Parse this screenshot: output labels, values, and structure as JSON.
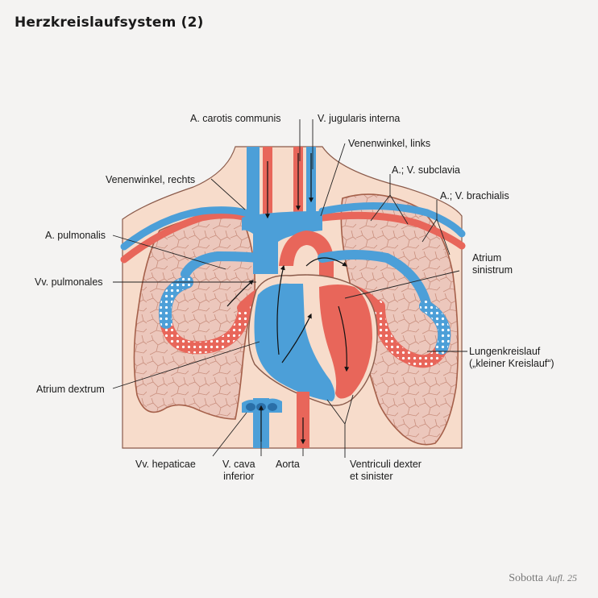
{
  "title": "Herzkreislaufsystem (2)",
  "labels": {
    "carotis": "A. carotis communis",
    "jugularis": "V. jugularis interna",
    "venenwinkel_links": "Venenwinkel, links",
    "venenwinkel_rechts": "Venenwinkel, rechts",
    "subclavia": "A.; V. subclavia",
    "brachialis": "A.; V. brachialis",
    "pulmonalis": "A. pulmonalis",
    "atrium_sinistrum_1": "Atrium",
    "atrium_sinistrum_2": "sinistrum",
    "vv_pulmonales": "Vv. pulmonales",
    "lungenkreislauf_1": "Lungenkreislauf",
    "lungenkreislauf_2": "(„kleiner Kreislauf“)",
    "atrium_dextrum": "Atrium dextrum",
    "vv_hepaticae": "Vv. hepaticae",
    "cava_1": "V. cava",
    "cava_2": "inferior",
    "aorta": "Aorta",
    "ventriculi_1": "Ventriculi dexter",
    "ventriculi_2": "et sinister"
  },
  "footer": {
    "brand": "Sobotta",
    "edition": "Aufl. 25"
  },
  "colors": {
    "artery": "#e8665a",
    "vein": "#4c9fd8",
    "lung": "#ecc7bc",
    "skin": "#f7dccb",
    "outline": "#a5604a"
  }
}
